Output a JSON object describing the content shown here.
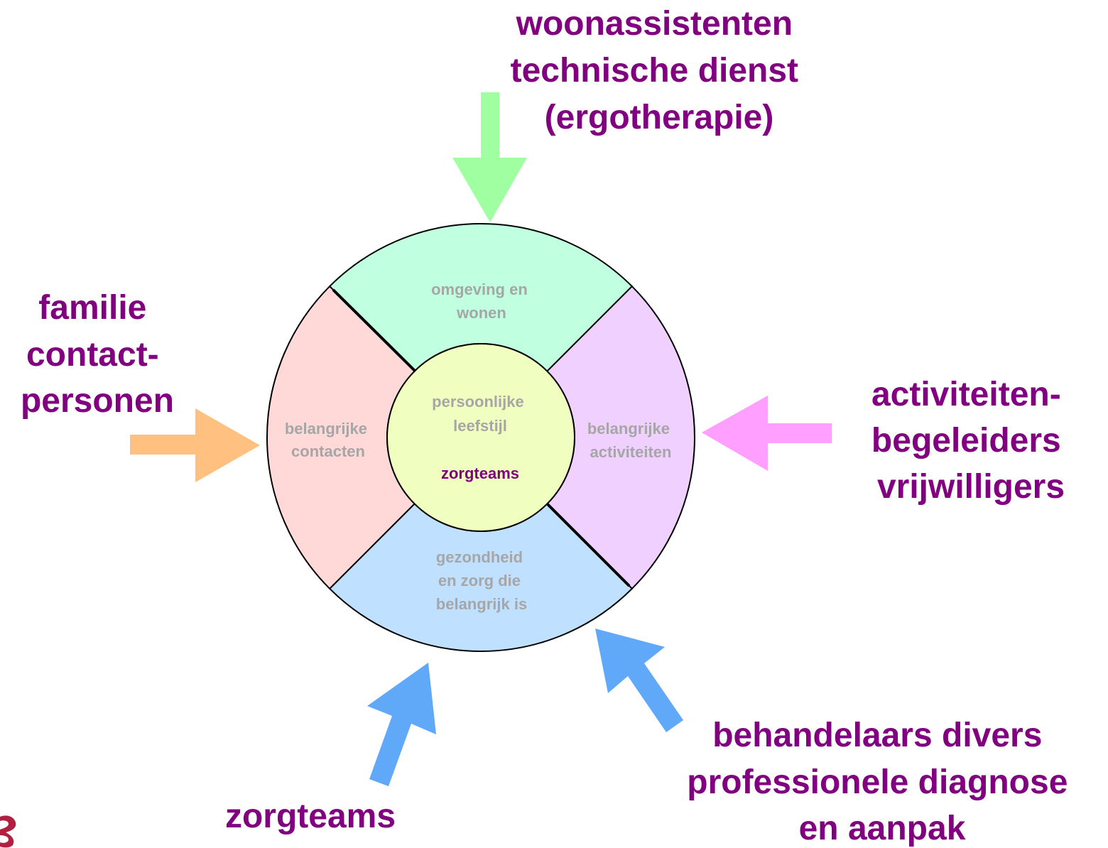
{
  "diagram": {
    "segments": {
      "top": {
        "lines": [
          "omgeving en",
          "wonen"
        ],
        "color": "#c0ffe0"
      },
      "right": {
        "lines": [
          "belangrijke",
          "activiteiten"
        ],
        "color": "#f0d0ff"
      },
      "bottom": {
        "lines": [
          "gezondheid",
          "en zorg die",
          "belangrijk is"
        ],
        "color": "#c0e0ff"
      },
      "left": {
        "lines": [
          "belangrijke",
          "contacten"
        ],
        "color": "#ffd8d8"
      }
    },
    "center": {
      "lines": [
        "persoonlijke",
        "leefstijl"
      ],
      "accent": "zorgteams",
      "color": "#f0ffc0"
    },
    "actors": {
      "top": {
        "lines": [
          "woonassistenten",
          "technische dienst",
          "(ergotherapie)"
        ],
        "arrow_color": "#a0ffa0"
      },
      "left": {
        "lines": [
          "familie",
          "contact-",
          "personen"
        ],
        "arrow_color": "#ffc080"
      },
      "right": {
        "lines": [
          "activiteiten-",
          "begeleiders",
          "vrijwilligers"
        ],
        "arrow_color": "#ff9fff"
      },
      "bottom_left": {
        "lines": [
          "zorgteams"
        ],
        "arrow_color": "#60a8f8"
      },
      "bottom_right": {
        "lines": [
          "behandelaars divers",
          "professionele diagnose",
          "en aanpak"
        ],
        "arrow_color": "#60a8f8"
      }
    },
    "colors": {
      "label_purple": "#800080",
      "segment_text_gray": "#a6a6a6",
      "outline": "#000000"
    }
  }
}
